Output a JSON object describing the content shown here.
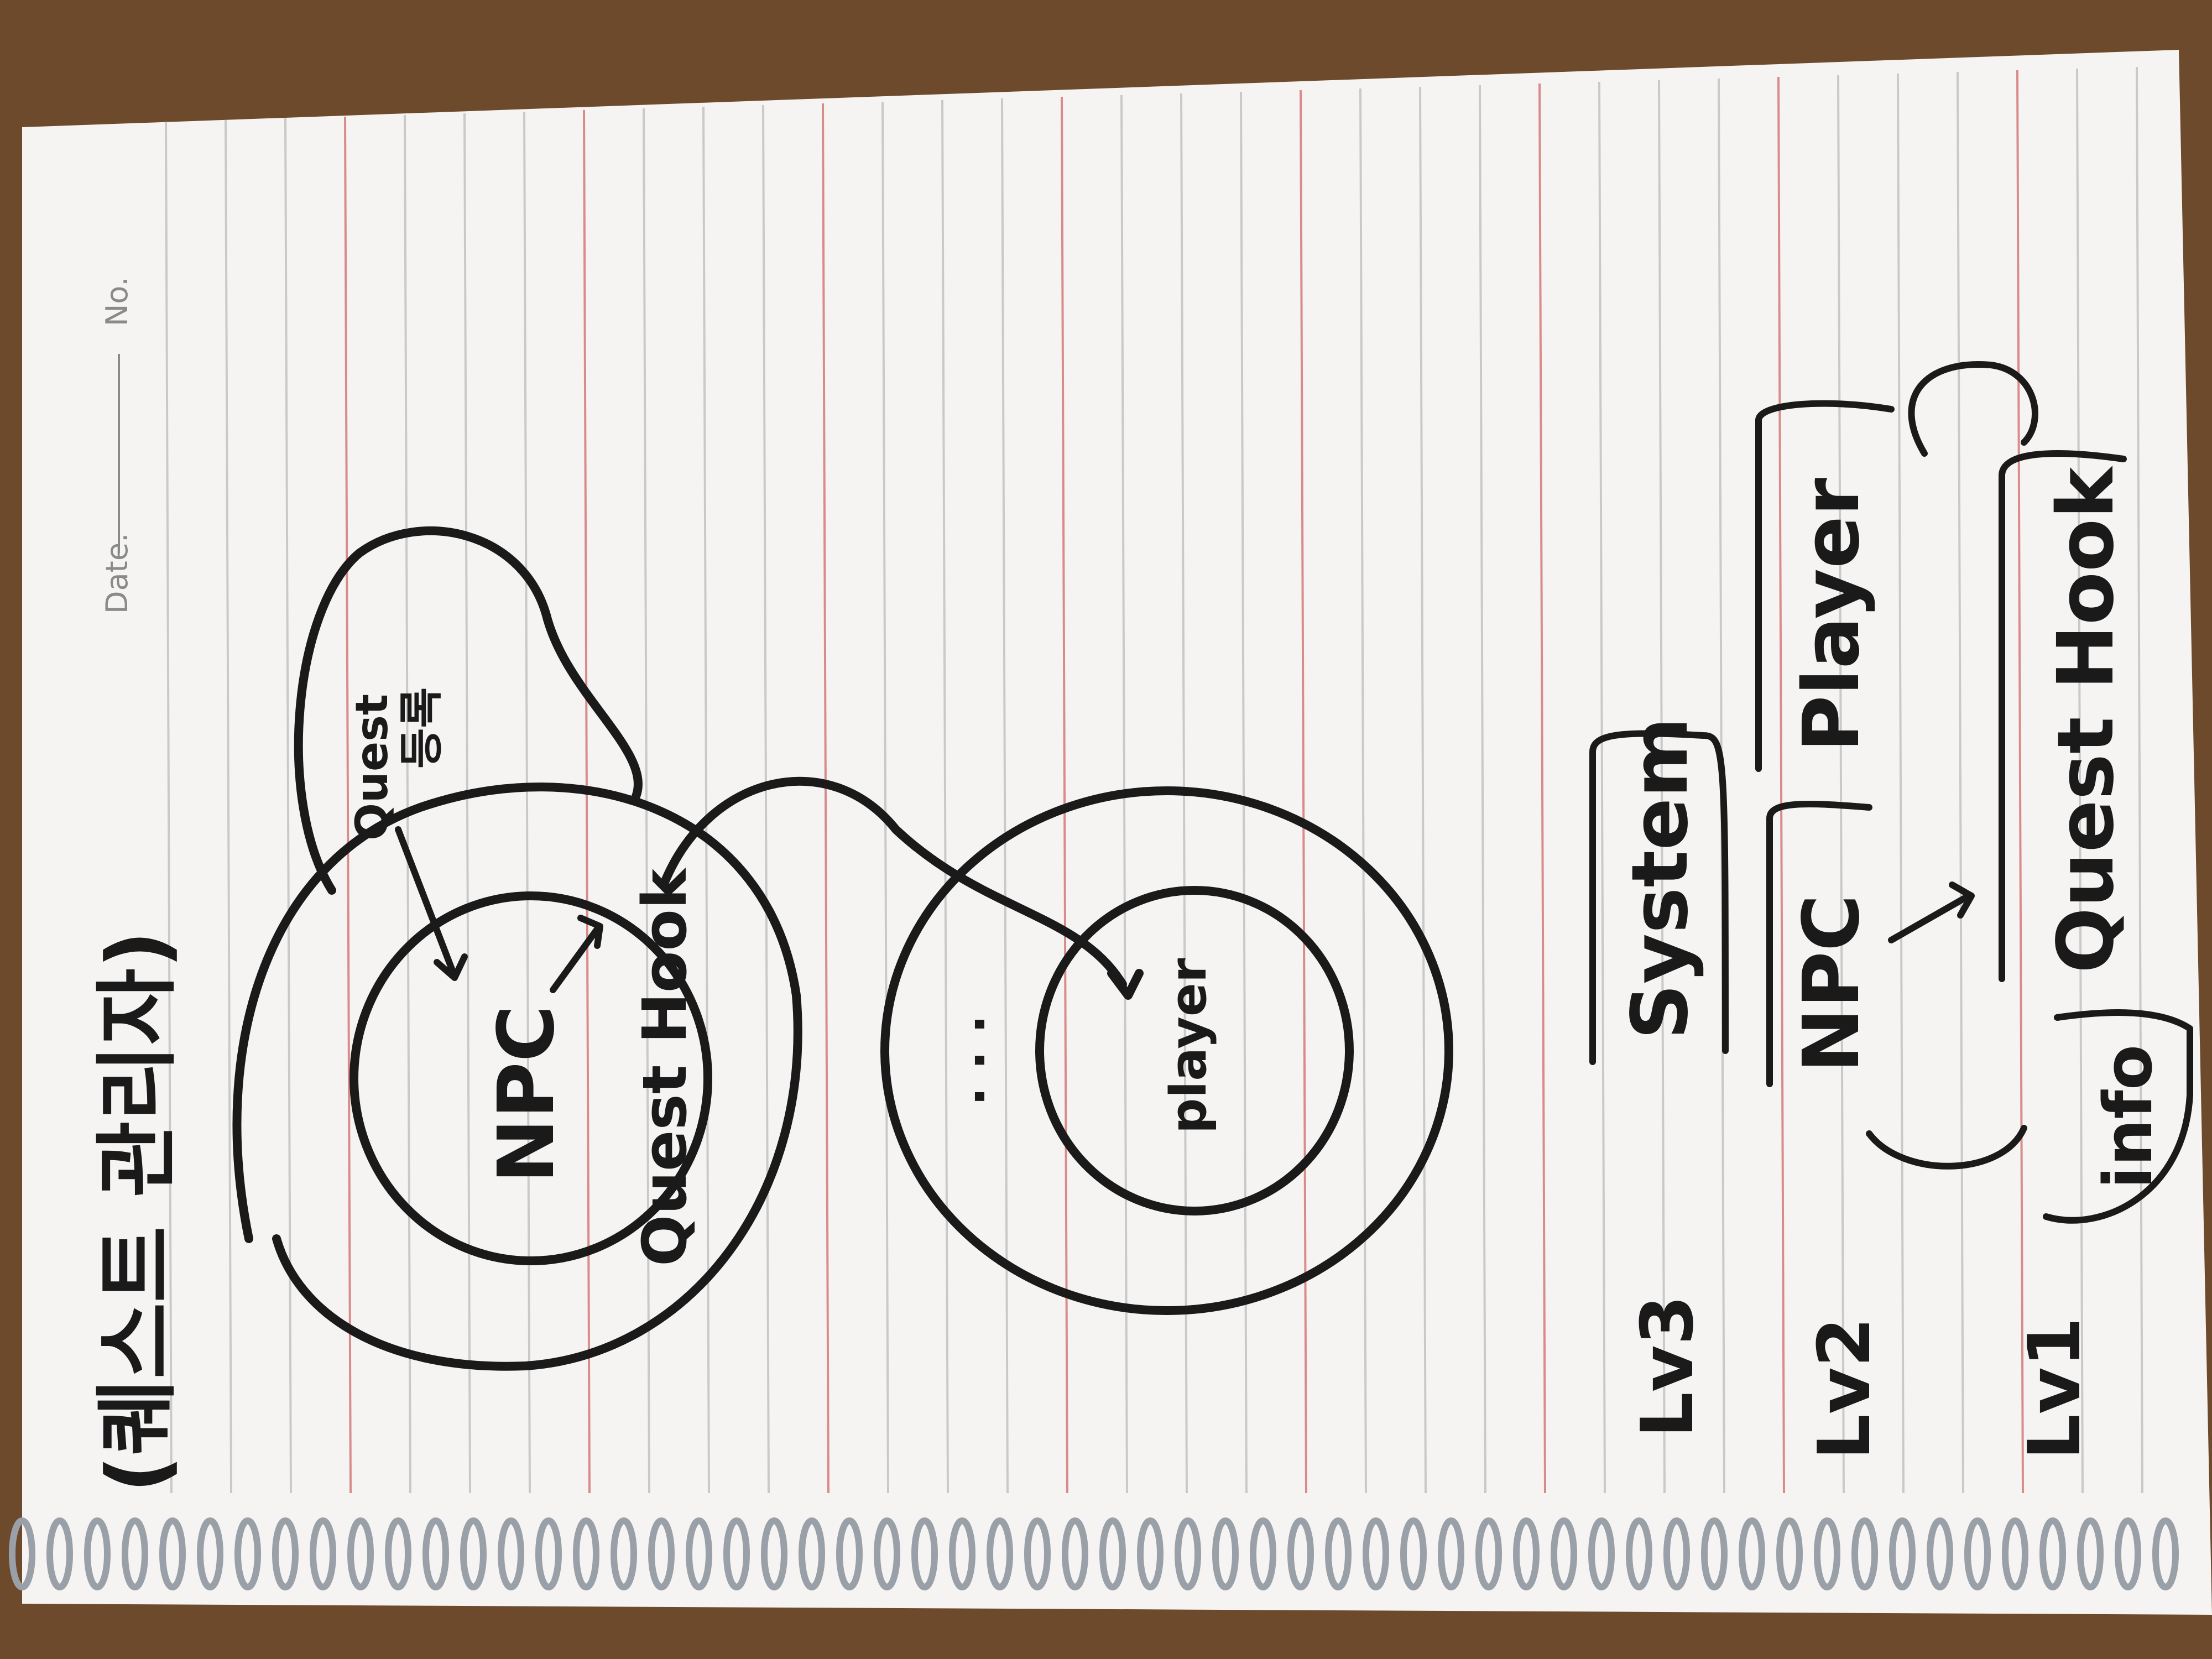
{
  "colors": {
    "desk": "#6e4a2c",
    "paper": "#f5f4f2",
    "rule_line": "#c9c9c9",
    "margin_line": "#d98b8b",
    "ink": "#1a1a1a",
    "spiral": "#9aa0a8"
  },
  "notebook": {
    "header_date": "Date.",
    "header_no": "No."
  },
  "title": "(퀘스트 관리자)",
  "diagram": {
    "outer_left_label": "Quest Hook",
    "inner_left_label": "NPC",
    "annotation_quest": "Quest",
    "annotation_data": "등록",
    "player_label": "player",
    "player_ellipsis": ". . ."
  },
  "levels": [
    {
      "label": "Lv3",
      "items": [
        "System"
      ]
    },
    {
      "label": "Lv2",
      "items": [
        "NPC",
        "Player"
      ]
    },
    {
      "label": "Lv1",
      "items": [
        "info",
        "Quest Hook"
      ]
    }
  ]
}
